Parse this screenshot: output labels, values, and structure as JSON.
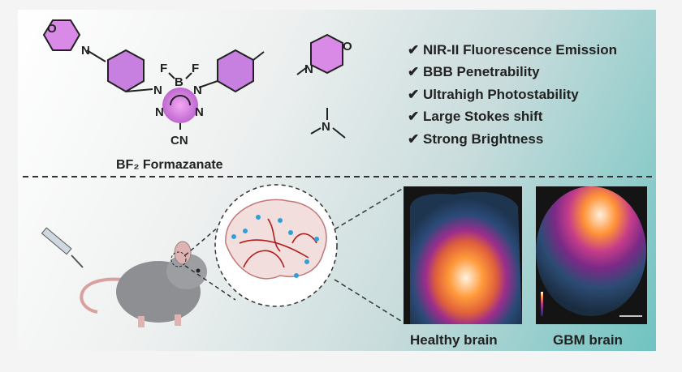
{
  "molecule": {
    "name": "BF₂ Formazanate",
    "atoms": {
      "O": "O",
      "N": "N",
      "B": "B",
      "F": "F",
      "CN": "CN"
    }
  },
  "features": [
    "NIR-II Fluorescence Emission",
    "BBB Penetrability",
    "Ultrahigh Photostability",
    "Large Stokes shift",
    "Strong Brightness"
  ],
  "check_icon": "✔",
  "images": {
    "healthy_label": "Healthy brain",
    "gbm_label": "GBM brain"
  },
  "colors": {
    "ring": "#d97ee6",
    "vessel": "#b01c1c",
    "dot": "#2f9fd8",
    "teal": "#6fc3c1"
  }
}
